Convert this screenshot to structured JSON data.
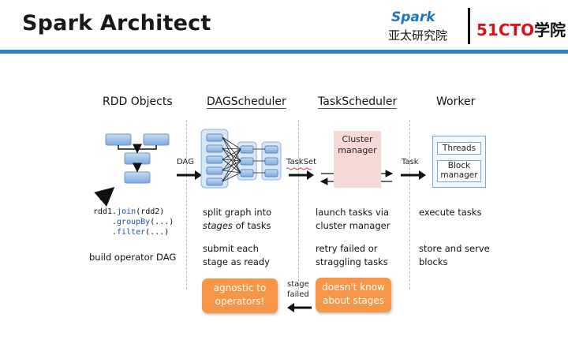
{
  "slide_title": "Spark Architect",
  "logo": {
    "spark": "Spark",
    "spark_cn": "亚太研究院",
    "brand_num": "51CTO",
    "brand_cn": "学院"
  },
  "columns": {
    "rdd": "RDD Objects",
    "dag": "DAGScheduler",
    "task": "TaskScheduler",
    "worker": "Worker"
  },
  "arrows": {
    "dag": "DAG",
    "taskset": "TaskSet",
    "task": "Task",
    "stage": "stage",
    "failed": "failed"
  },
  "cluster": {
    "line1": "Cluster",
    "line2": "manager"
  },
  "worker_box": {
    "threads": "Threads",
    "block1": "Block",
    "block2": "manager"
  },
  "code": {
    "l1a": "rdd1.",
    "l1b": "join",
    "l1c": "(rdd2)",
    "l2a": ".",
    "l2b": "groupBy",
    "l2c": "(...)",
    "l3a": ".",
    "l3b": "filter",
    "l3c": "(...)"
  },
  "rdd_text": "build operator DAG",
  "dag_text": {
    "l1": "split graph into",
    "l2a": "stages",
    "l2b": " of tasks",
    "l3": "submit each",
    "l4": "stage as ready"
  },
  "task_text": {
    "l1": "launch tasks via",
    "l2": "cluster manager",
    "l3": "retry failed or",
    "l4": "straggling tasks"
  },
  "worker_text": {
    "l1": "execute tasks",
    "l2": "store and serve",
    "l3": "blocks"
  },
  "badges": {
    "dag1": "agnostic to",
    "dag2": "operators!",
    "task1": "doesn't know",
    "task2": "about stages"
  },
  "colors": {
    "accent_bar": "#2f80c5",
    "badge": "#f79646",
    "cluster_bg": "#f6d9d4",
    "node": "#8db3e2",
    "brand_red": "#d7141b"
  }
}
